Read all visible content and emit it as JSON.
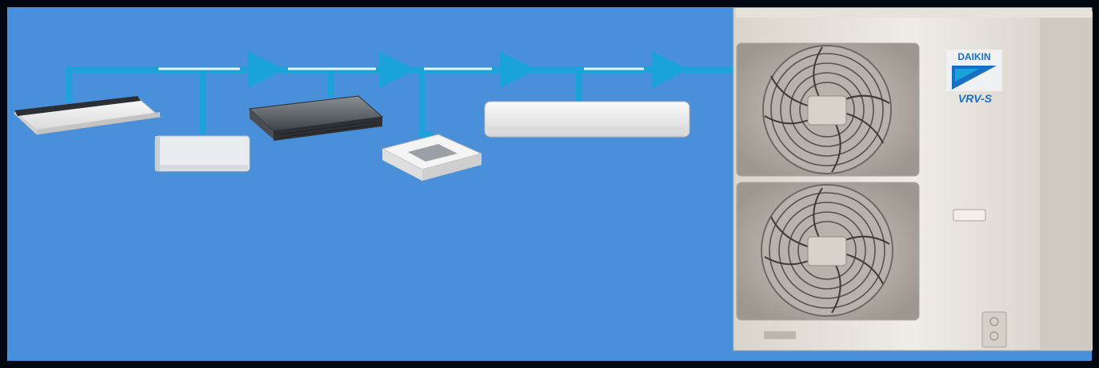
{
  "diagram": {
    "outdoor_unit": {
      "brand": "DAIKIN",
      "model": "VRV-S",
      "fan_icon": "fan-grille-icon"
    },
    "indoor_units": [
      {
        "kind": "ceiling-suspended"
      },
      {
        "kind": "floor-standing"
      },
      {
        "kind": "ducted"
      },
      {
        "kind": "cassette"
      },
      {
        "kind": "wall-mounted"
      }
    ],
    "flow": {
      "direction": "toward-outdoor-unit",
      "arrow_count": 4
    },
    "colors": {
      "background": "#4a8fd9",
      "pipe": "#19a3d9",
      "frame": "#030712",
      "unit_body": "#e8e4dc",
      "brand_blue": "#1a6fc4"
    }
  }
}
